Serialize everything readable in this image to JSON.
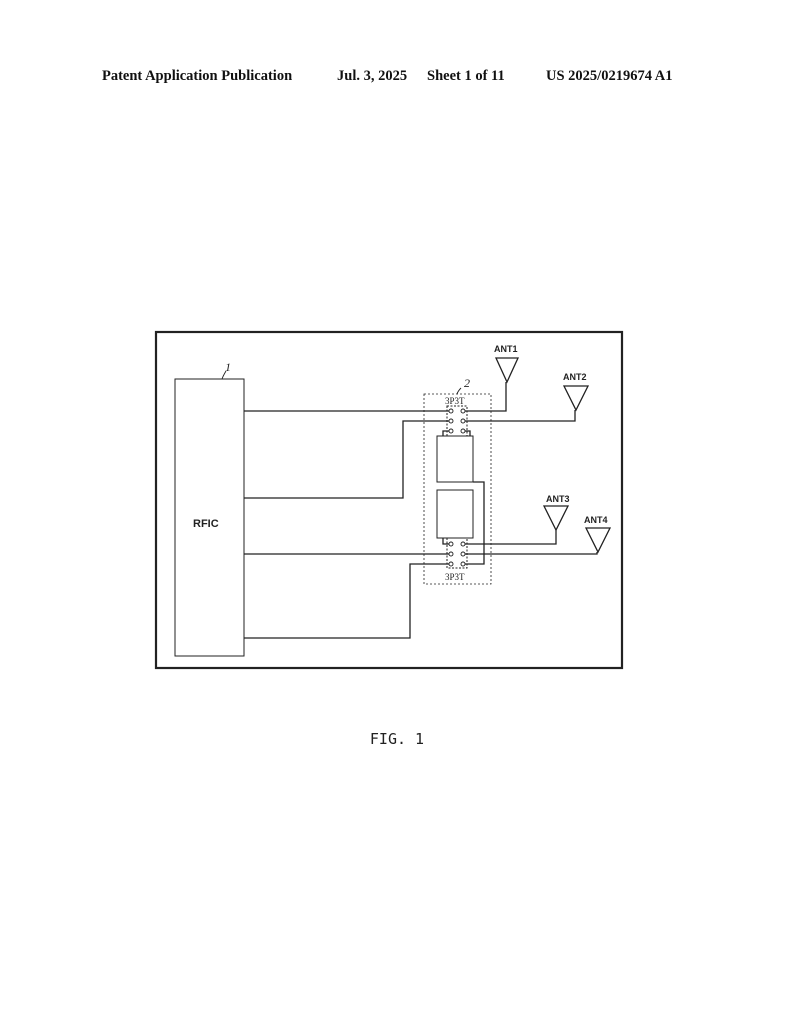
{
  "header": {
    "publication": "Patent Application Publication",
    "date": "Jul. 3, 2025",
    "sheet": "Sheet 1 of 11",
    "number": "US 2025/0219674 A1"
  },
  "figure": {
    "rfic_label": "RFIC",
    "ref_rfic": "1",
    "ref_module": "2",
    "switch_top_label": "3P3T",
    "switch_bottom_label": "3P3T",
    "antennas": [
      "ANT1",
      "ANT2",
      "ANT3",
      "ANT4"
    ]
  },
  "caption": "FIG. 1"
}
